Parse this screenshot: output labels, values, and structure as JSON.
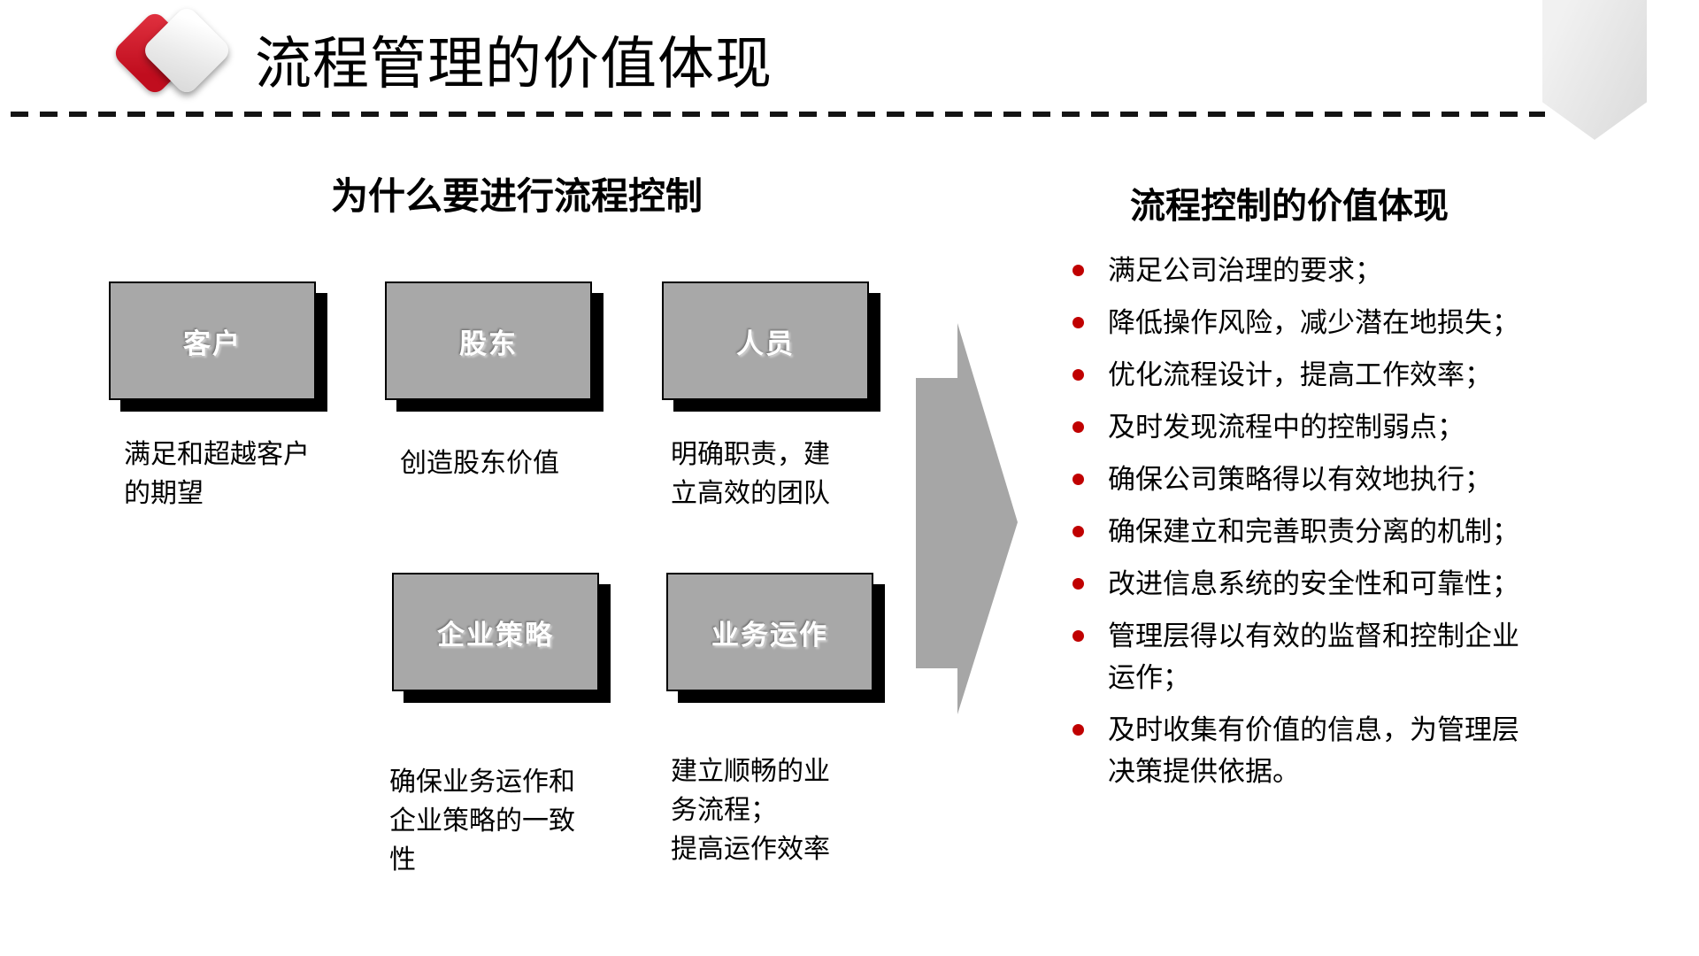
{
  "slide": {
    "title": "流程管理的价值体现",
    "colors": {
      "accent_red": "#c00d1e",
      "bullet_red": "#c00000",
      "box_gray": "#a8a8a8",
      "arrow_gray": "#a6a6a6",
      "ribbon_gray": "#e4e4e4"
    }
  },
  "left_panel": {
    "heading": "为什么要进行流程控制",
    "boxes": [
      {
        "label": "客户",
        "desc": "满足和超越客户\n的期望"
      },
      {
        "label": "股东",
        "desc": "创造股东价值"
      },
      {
        "label": "人员",
        "desc": "明确职责，建\n立高效的团队"
      },
      {
        "label": "企业策略",
        "desc": "确保业务运作和\n企业策略的一致\n性"
      },
      {
        "label": "业务运作",
        "desc": "建立顺畅的业\n务流程；\n提高运作效率"
      }
    ]
  },
  "right_panel": {
    "heading": "流程控制的价值体现",
    "bullets": [
      "满足公司治理的要求；",
      "降低操作风险，减少潜在地损失；",
      "优化流程设计，提高工作效率；",
      "及时发现流程中的控制弱点；",
      "确保公司策略得以有效地执行；",
      "确保建立和完善职责分离的机制；",
      "改进信息系统的安全性和可靠性；",
      "管理层得以有效的监督和控制企业\n运作；",
      "及时收集有价值的信息，为管理层\n决策提供依据。"
    ]
  }
}
